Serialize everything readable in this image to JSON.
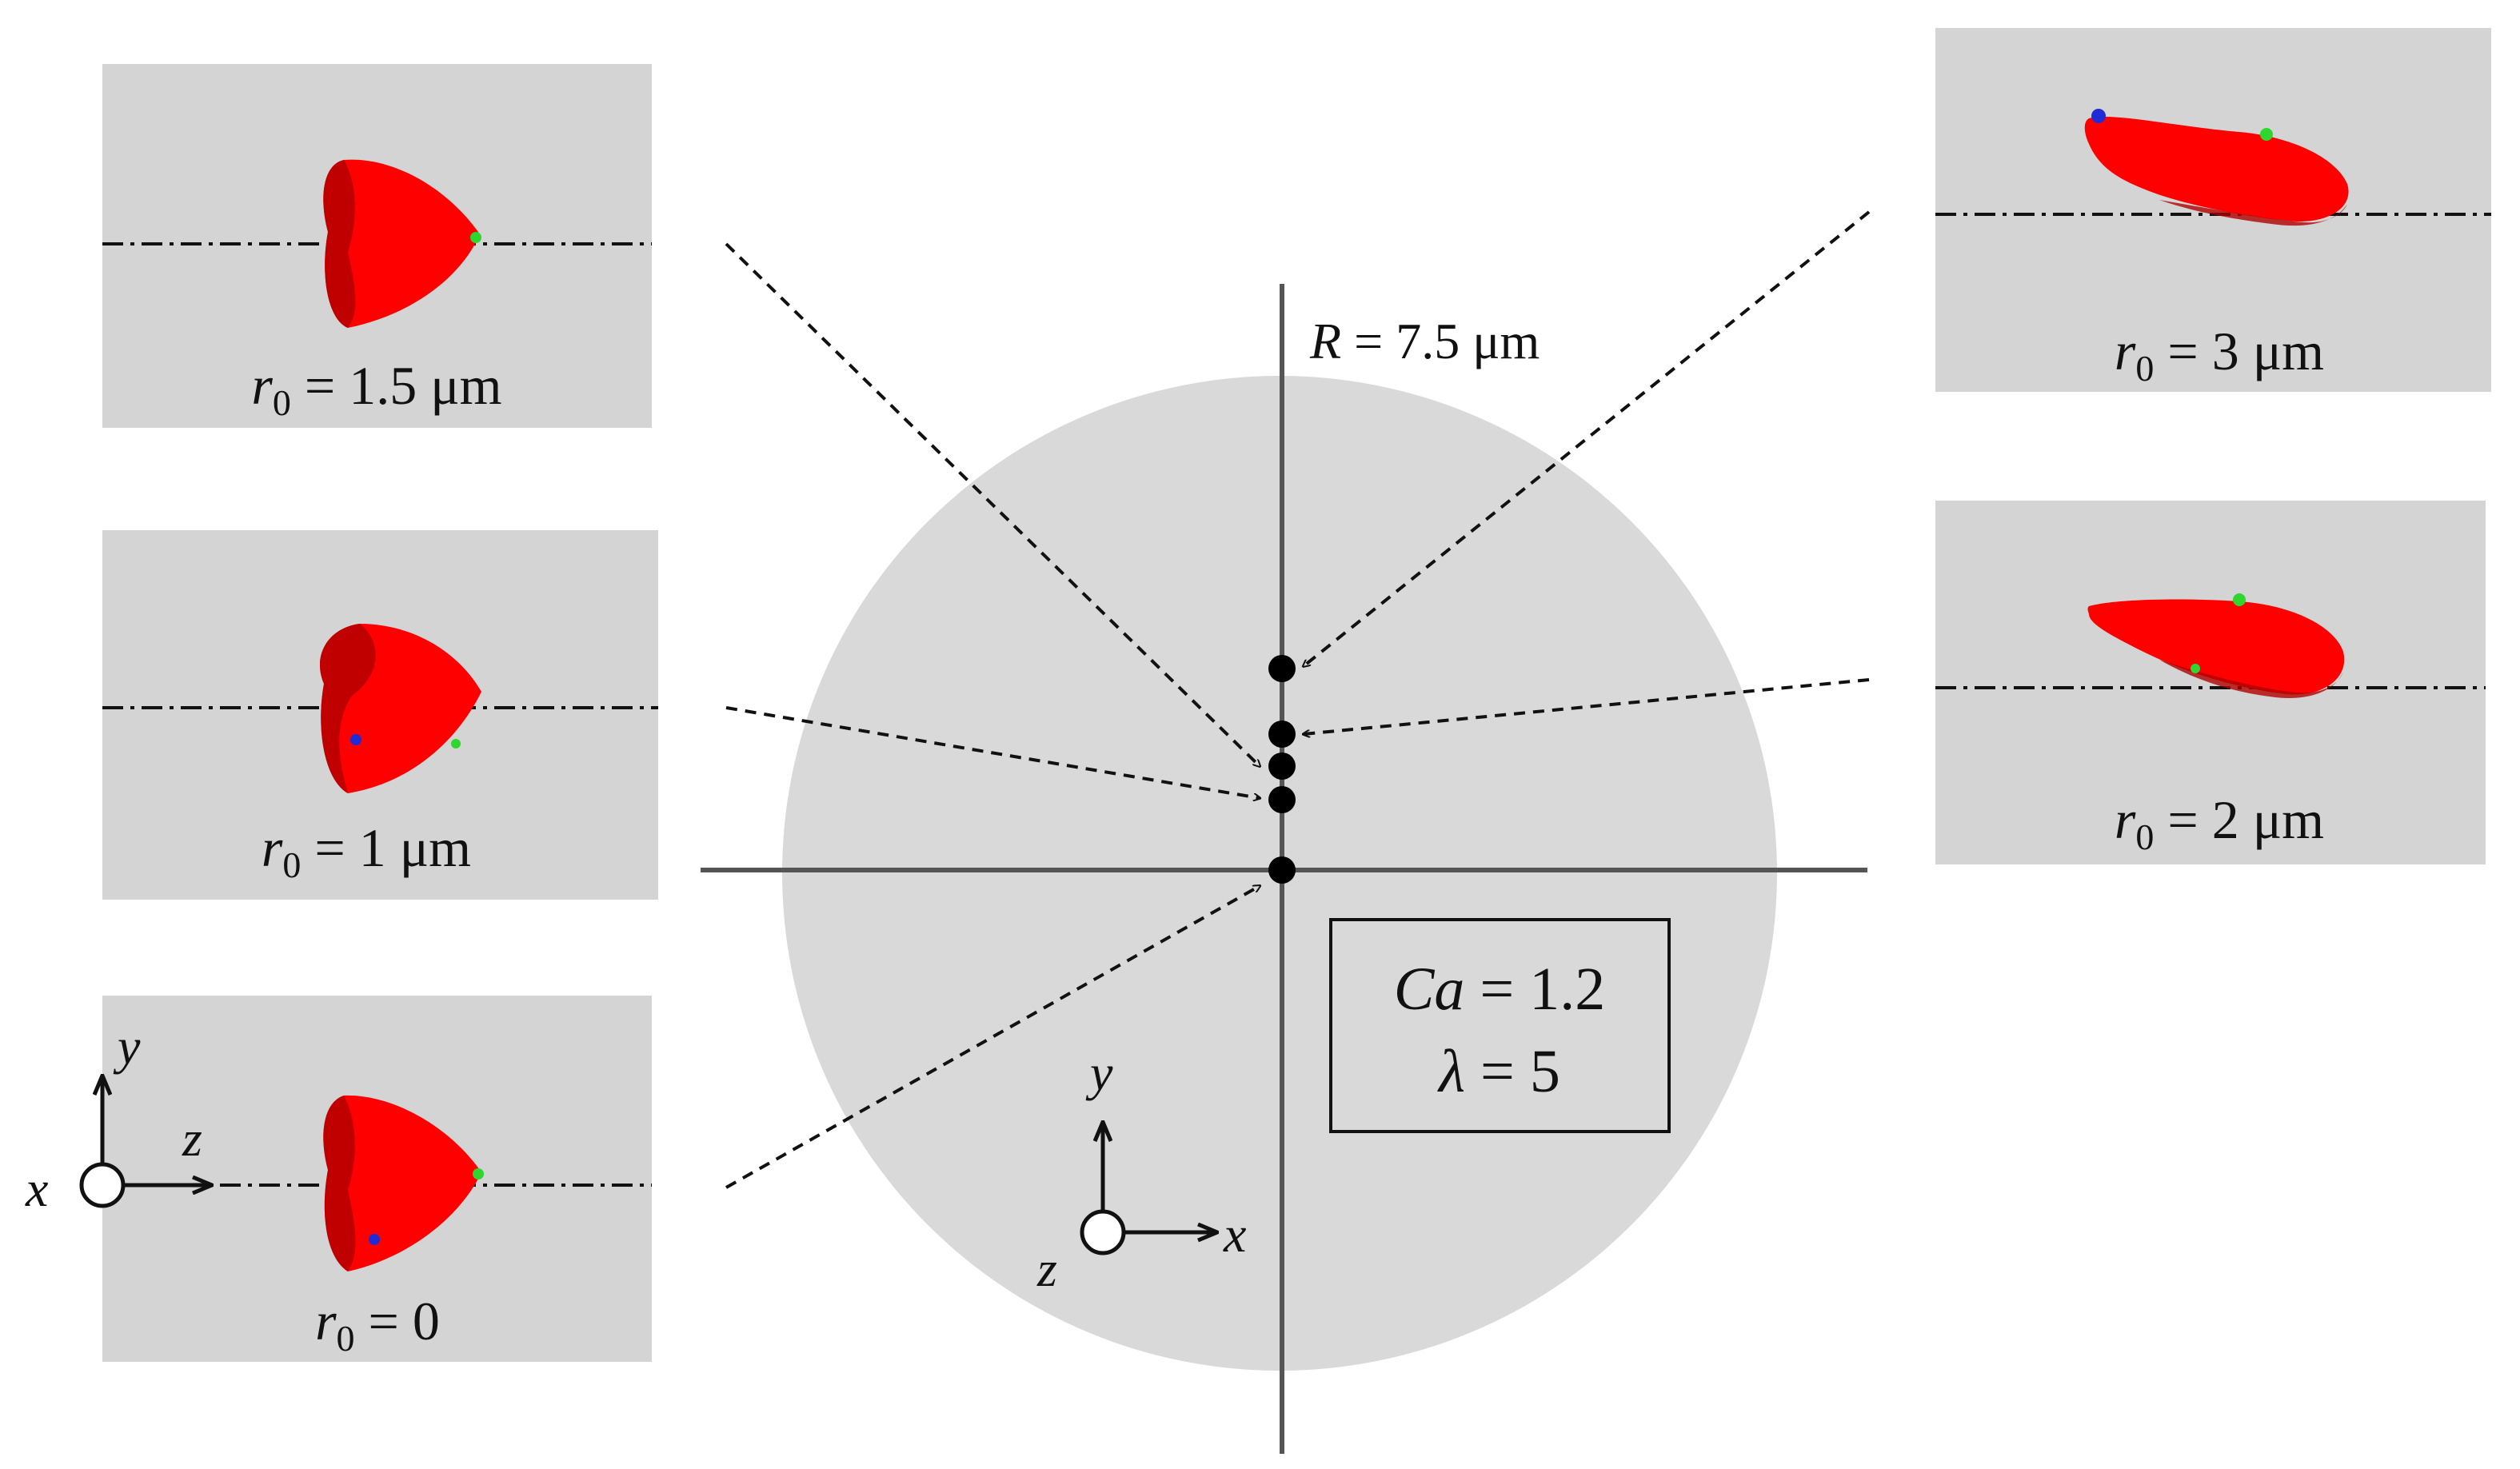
{
  "colors": {
    "panel": "#d4d4d4",
    "tube": "#d9d9d9",
    "cell": "#ff0000",
    "cell_dark": "#990000",
    "marker_blue": "#1f2bd6",
    "marker_green": "#2ed62e",
    "axis_line": "#555555",
    "ink": "#111111"
  },
  "tube": {
    "radius_label": {
      "symbol": "R",
      "rest": " = 7.5 μm"
    }
  },
  "params_box": {
    "ca": {
      "symbol": "Ca",
      "rest": " = 1.2"
    },
    "lambda": {
      "symbol": "λ",
      "rest": " = 5"
    }
  },
  "axes": {
    "cross_section": {
      "up": "y",
      "right": "x",
      "out": "z"
    },
    "side_view": {
      "up": "y",
      "right": "z",
      "out": "x"
    }
  },
  "panels": [
    {
      "id": "r0-1.5",
      "label": {
        "sym": "r",
        "sub": "0",
        "rest": " = 1.5 μm"
      },
      "shape": "bullet-parachute",
      "markers": [
        "green"
      ]
    },
    {
      "id": "r0-1",
      "label": {
        "sym": "r",
        "sub": "0",
        "rest": " = 1 μm"
      },
      "shape": "bullet-parachute",
      "markers": [
        "blue",
        "green"
      ]
    },
    {
      "id": "r0-0",
      "label": {
        "sym": "r",
        "sub": "0",
        "rest": " = 0"
      },
      "shape": "bullet-parachute",
      "markers": [
        "blue",
        "green"
      ]
    },
    {
      "id": "r0-3",
      "label": {
        "sym": "r",
        "sub": "0",
        "rest": " = 3 μm"
      },
      "shape": "slipper",
      "markers": [
        "blue",
        "green"
      ]
    },
    {
      "id": "r0-2",
      "label": {
        "sym": "r",
        "sub": "0",
        "rest": " = 2 μm"
      },
      "shape": "slipper",
      "markers": [
        "green",
        "green"
      ]
    }
  ]
}
